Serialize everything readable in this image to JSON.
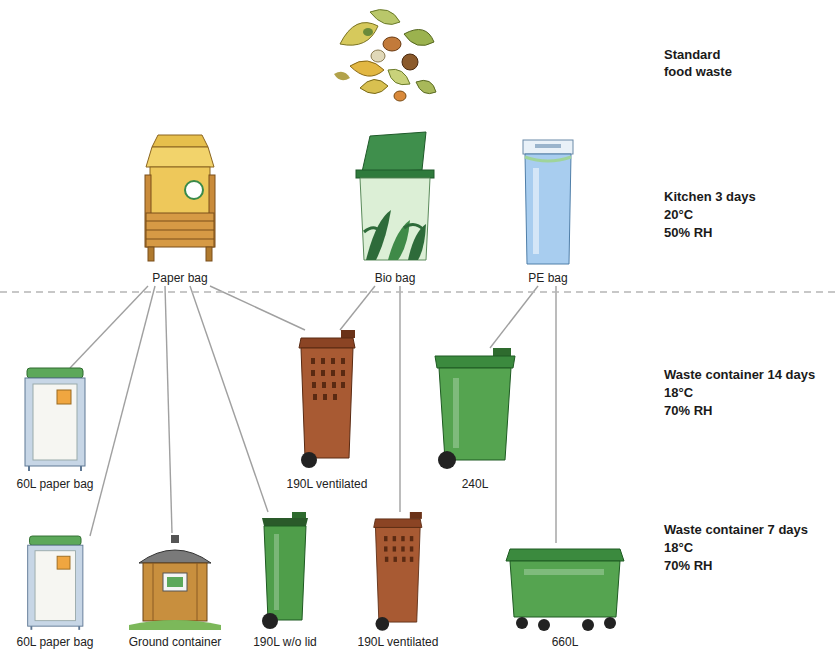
{
  "diagram": {
    "nodes": [
      {
        "text": [
          "Paper bag"
        ]
      },
      {
        "text": [
          "Bio bag"
        ]
      },
      {
        "text": [
          "PE bag"
        ]
      },
      {
        "text": [
          "60L paper bag"
        ]
      },
      {
        "text": [
          "190L ventilated"
        ]
      },
      {
        "text": [
          "240L"
        ]
      },
      {
        "text": [
          "60L paper bag"
        ]
      },
      {
        "text": [
          "Ground container"
        ]
      },
      {
        "text": [
          "190L w/o lid"
        ]
      },
      {
        "text": [
          "190L ventilated"
        ]
      },
      {
        "text": [
          "660L"
        ]
      }
    ],
    "edges": [
      {
        "from": 0,
        "to": 3,
        "arrow": "none"
      },
      {
        "from": 0,
        "to": 6,
        "arrow": "none"
      },
      {
        "from": 0,
        "to": 7,
        "arrow": "none"
      },
      {
        "from": 0,
        "to": 8,
        "arrow": "none"
      },
      {
        "from": 0,
        "to": 4,
        "arrow": "none"
      },
      {
        "from": 1,
        "to": 4,
        "arrow": "none"
      },
      {
        "from": 1,
        "to": 9,
        "arrow": "none"
      },
      {
        "from": 2,
        "to": 5,
        "arrow": "none"
      },
      {
        "from": 2,
        "to": 10,
        "arrow": "none"
      }
    ],
    "labels": [
      "Standard food waste",
      "Kitchen 3 days",
      "20°C",
      "50% RH",
      "Waste container 14 days",
      "18°C",
      "70% RH",
      "Waste container 7 days",
      "18°C",
      "70% RH"
    ]
  }
}
